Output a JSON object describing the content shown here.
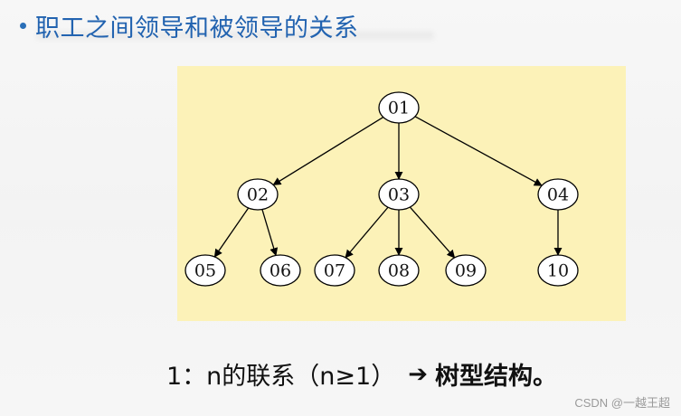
{
  "header": {
    "title": "职工之间领导和被领导的关系"
  },
  "diagram": {
    "nodes": [
      {
        "id": "01",
        "label": "01"
      },
      {
        "id": "02",
        "label": "02"
      },
      {
        "id": "03",
        "label": "03"
      },
      {
        "id": "04",
        "label": "04"
      },
      {
        "id": "05",
        "label": "05"
      },
      {
        "id": "06",
        "label": "06"
      },
      {
        "id": "07",
        "label": "07"
      },
      {
        "id": "08",
        "label": "08"
      },
      {
        "id": "09",
        "label": "09"
      },
      {
        "id": "10",
        "label": "10"
      }
    ],
    "edges": [
      {
        "from": "01",
        "to": "02"
      },
      {
        "from": "01",
        "to": "03"
      },
      {
        "from": "01",
        "to": "04"
      },
      {
        "from": "02",
        "to": "05"
      },
      {
        "from": "02",
        "to": "06"
      },
      {
        "from": "03",
        "to": "07"
      },
      {
        "from": "03",
        "to": "08"
      },
      {
        "from": "03",
        "to": "09"
      },
      {
        "from": "04",
        "to": "10"
      }
    ]
  },
  "caption": {
    "text": "1：n的联系（n≥1）",
    "arrow": "➔",
    "conclusion": "树型结构。"
  },
  "watermark": "CSDN @一越王超"
}
